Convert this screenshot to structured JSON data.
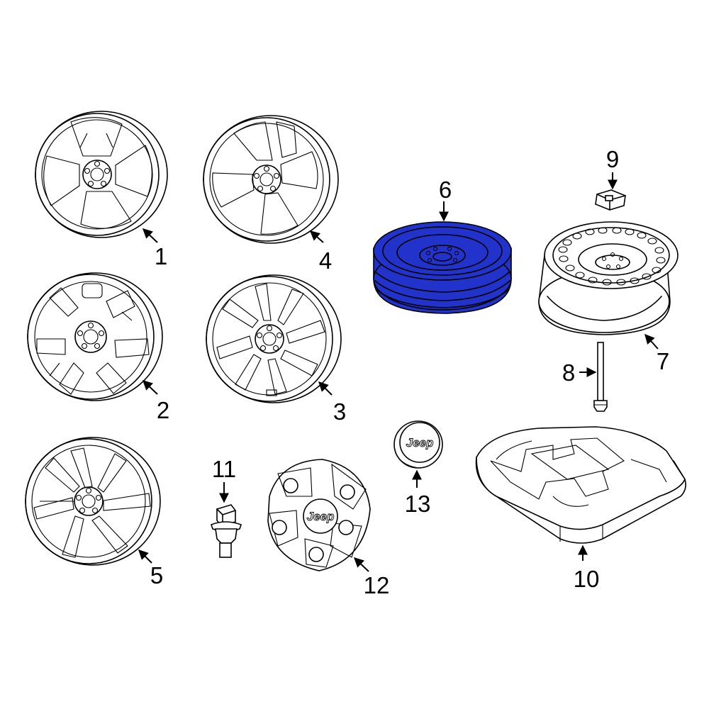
{
  "diagram": {
    "highlight_color": "#2233cc",
    "line_color": "#000000",
    "background": "#ffffff",
    "parts": [
      {
        "number": "1"
      },
      {
        "number": "2"
      },
      {
        "number": "3"
      },
      {
        "number": "4"
      },
      {
        "number": "5"
      },
      {
        "number": "6",
        "highlighted": true
      },
      {
        "number": "7"
      },
      {
        "number": "8"
      },
      {
        "number": "9"
      },
      {
        "number": "10"
      },
      {
        "number": "11"
      },
      {
        "number": "12"
      },
      {
        "number": "13"
      }
    ],
    "logos": {
      "center_cap": "Jeep",
      "hub_cap": "Jeep"
    }
  }
}
